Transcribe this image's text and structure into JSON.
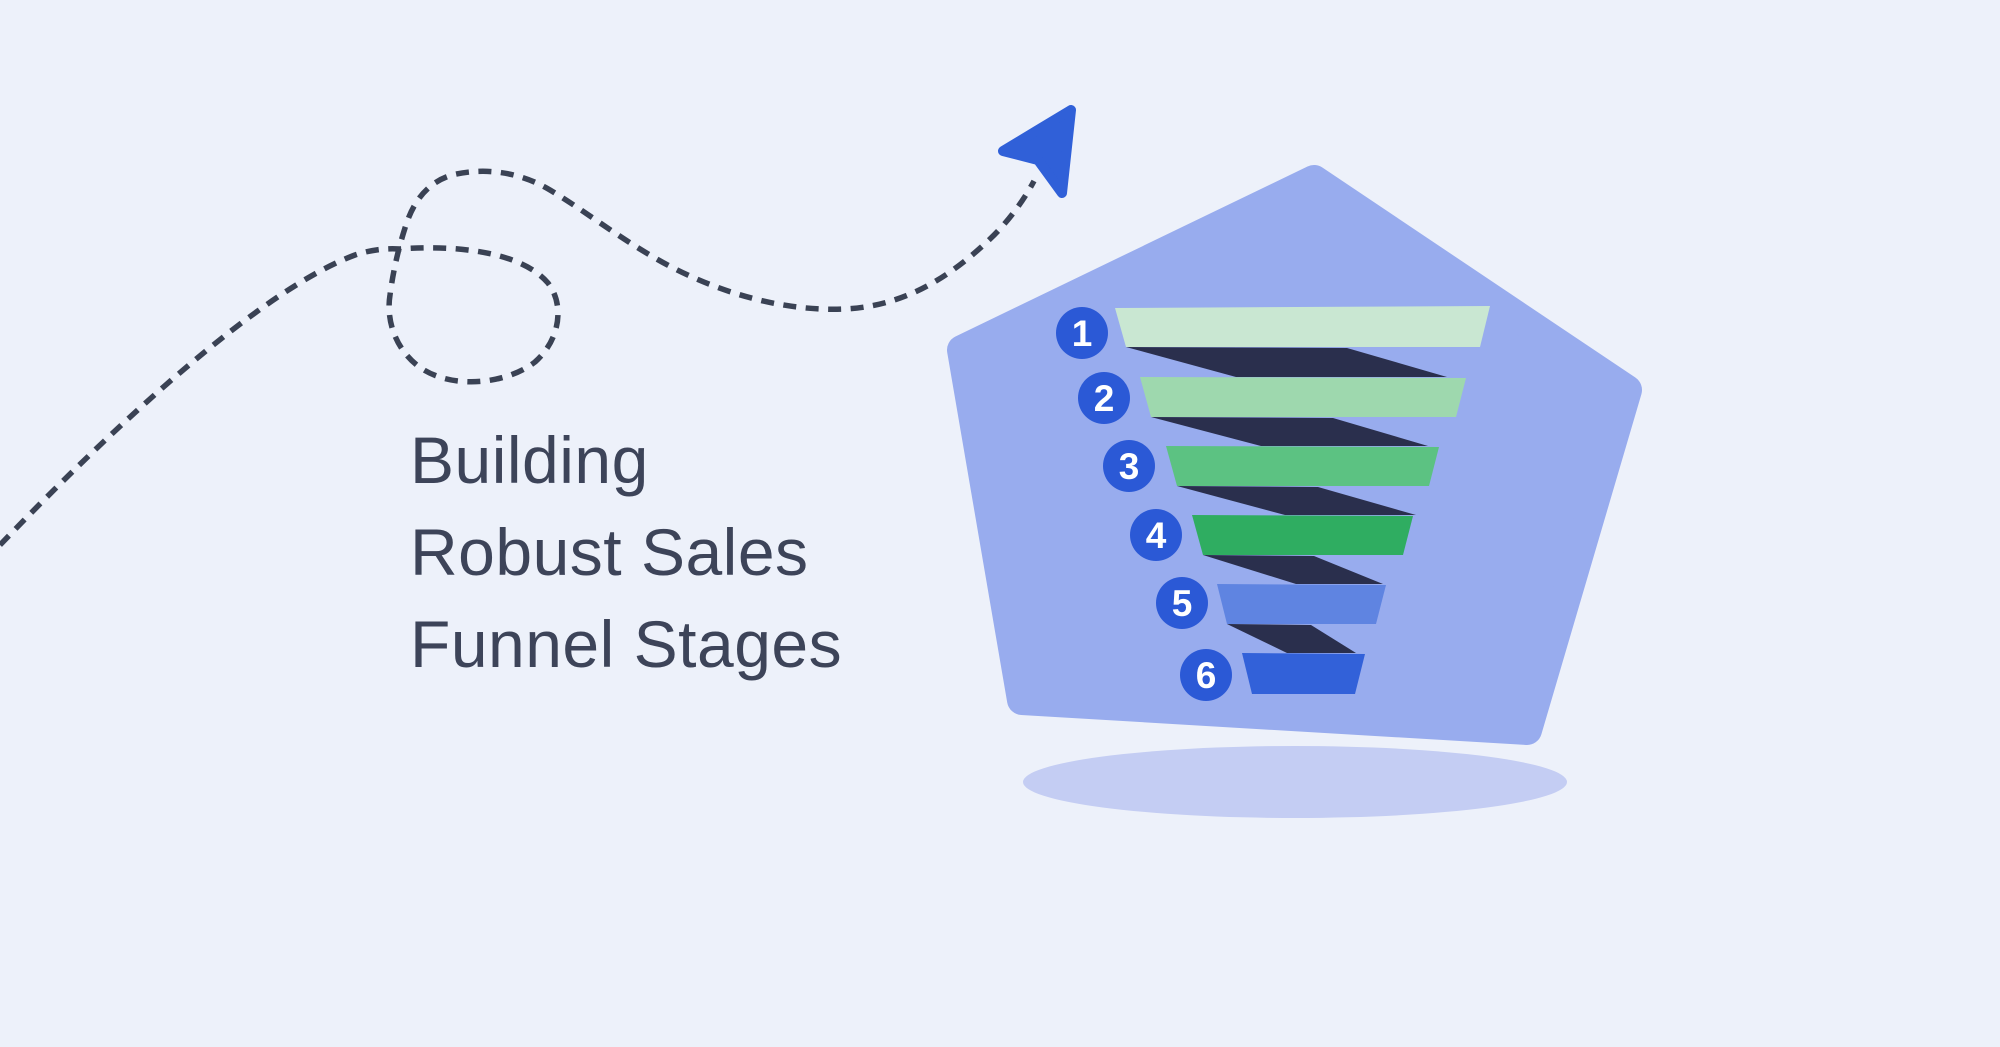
{
  "page": {
    "background_color": "#edf1fa"
  },
  "title": {
    "text": "Building Robust Sales Funnel Stages",
    "lines": [
      "Building",
      "Robust Sales",
      "Funnel Stages"
    ],
    "color": "#3d4459"
  },
  "illustration": {
    "pentagon_color": "#98acee",
    "ground_shadow_color": "#c4cdf3",
    "fold_color": "#2a2f4d",
    "dashed_path_color": "#3a4254",
    "arrow_color": "#3060d8",
    "badge_color": "#2b59d6",
    "badge_text_color": "#ffffff"
  },
  "chart_data": {
    "type": "funnel",
    "title": "Building Robust Sales Funnel Stages",
    "stage_count": 6,
    "stages": [
      {
        "label": "1",
        "color": "#c9e7d2"
      },
      {
        "label": "2",
        "color": "#9ed8ae"
      },
      {
        "label": "3",
        "color": "#5cc282"
      },
      {
        "label": "4",
        "color": "#2fad61"
      },
      {
        "label": "5",
        "color": "#5f84e1"
      },
      {
        "label": "6",
        "color": "#3261d9"
      }
    ]
  }
}
